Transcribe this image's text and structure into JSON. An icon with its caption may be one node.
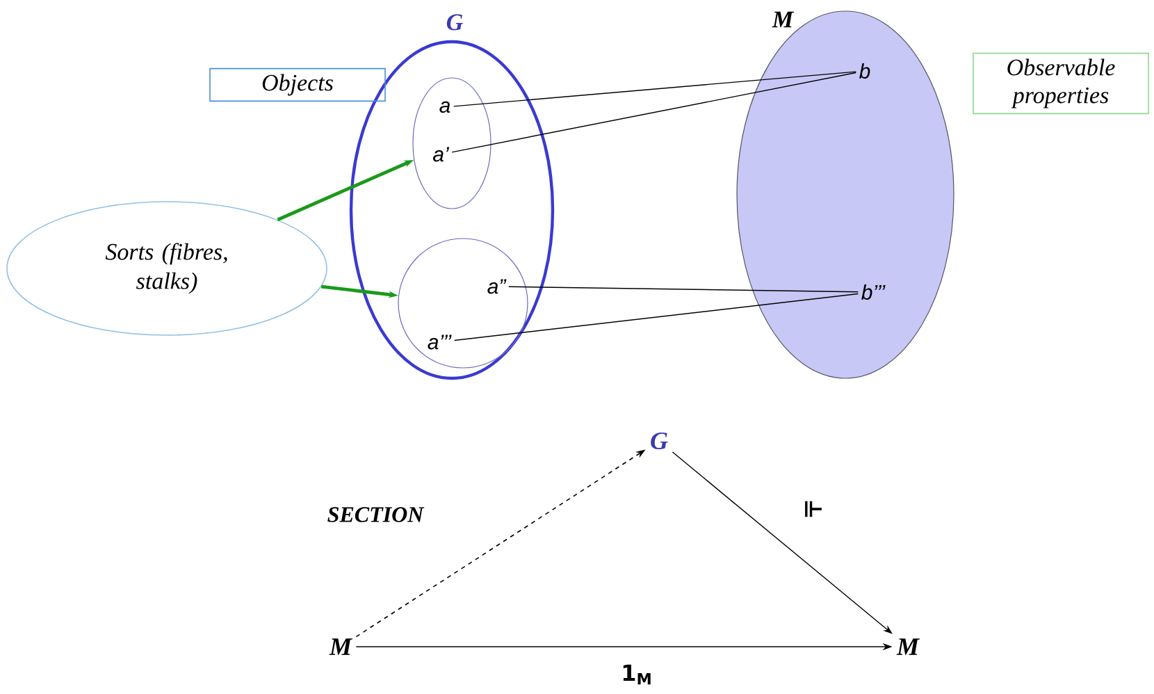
{
  "diagram": {
    "nodes": [
      {
        "text": [
          "G"
        ]
      },
      {
        "text": [],
        "shape": "circle",
        "in": 0
      },
      {
        "text": [
          "a"
        ],
        "in": 1
      },
      {
        "text": [
          "a’"
        ],
        "in": 1
      },
      {
        "text": [],
        "shape": "circle",
        "in": 0
      },
      {
        "text": [
          "a”"
        ],
        "in": 4
      },
      {
        "text": [
          "a’’’"
        ],
        "in": 4
      },
      {
        "text": [
          "M"
        ]
      },
      {
        "text": [
          "b"
        ],
        "in": 7
      },
      {
        "text": [
          "b’’’"
        ],
        "in": 7
      },
      {
        "text": [
          "Objects"
        ]
      },
      {
        "text": [
          "Observable properties"
        ]
      },
      {
        "text": [
          "Sorts (fibres, stalks)"
        ]
      },
      {
        "text": [
          "G"
        ]
      },
      {
        "text": [
          "M"
        ]
      },
      {
        "text": [
          "M"
        ]
      }
    ],
    "edges": [
      {
        "from": 2,
        "to": 8,
        "arrow": "none"
      },
      {
        "from": 3,
        "to": 8,
        "arrow": "none"
      },
      {
        "from": 5,
        "to": 9,
        "arrow": "none"
      },
      {
        "from": 6,
        "to": 9,
        "arrow": "none"
      },
      {
        "from": 12,
        "to": 1,
        "arrow": "to",
        "style": "thick",
        "color": "#1a9a1a"
      },
      {
        "from": 12,
        "to": 4,
        "arrow": "to",
        "style": "thick",
        "color": "#1a9a1a"
      },
      {
        "from": 14,
        "to": 13,
        "arrow": "to",
        "style": "dashed"
      },
      {
        "from": 13,
        "to": 15,
        "arrow": "to",
        "label": "⊩"
      },
      {
        "from": 14,
        "to": 15,
        "arrow": "to",
        "label": "1$_{M}$"
      }
    ],
    "labels": [
      "SECTION"
    ]
  }
}
